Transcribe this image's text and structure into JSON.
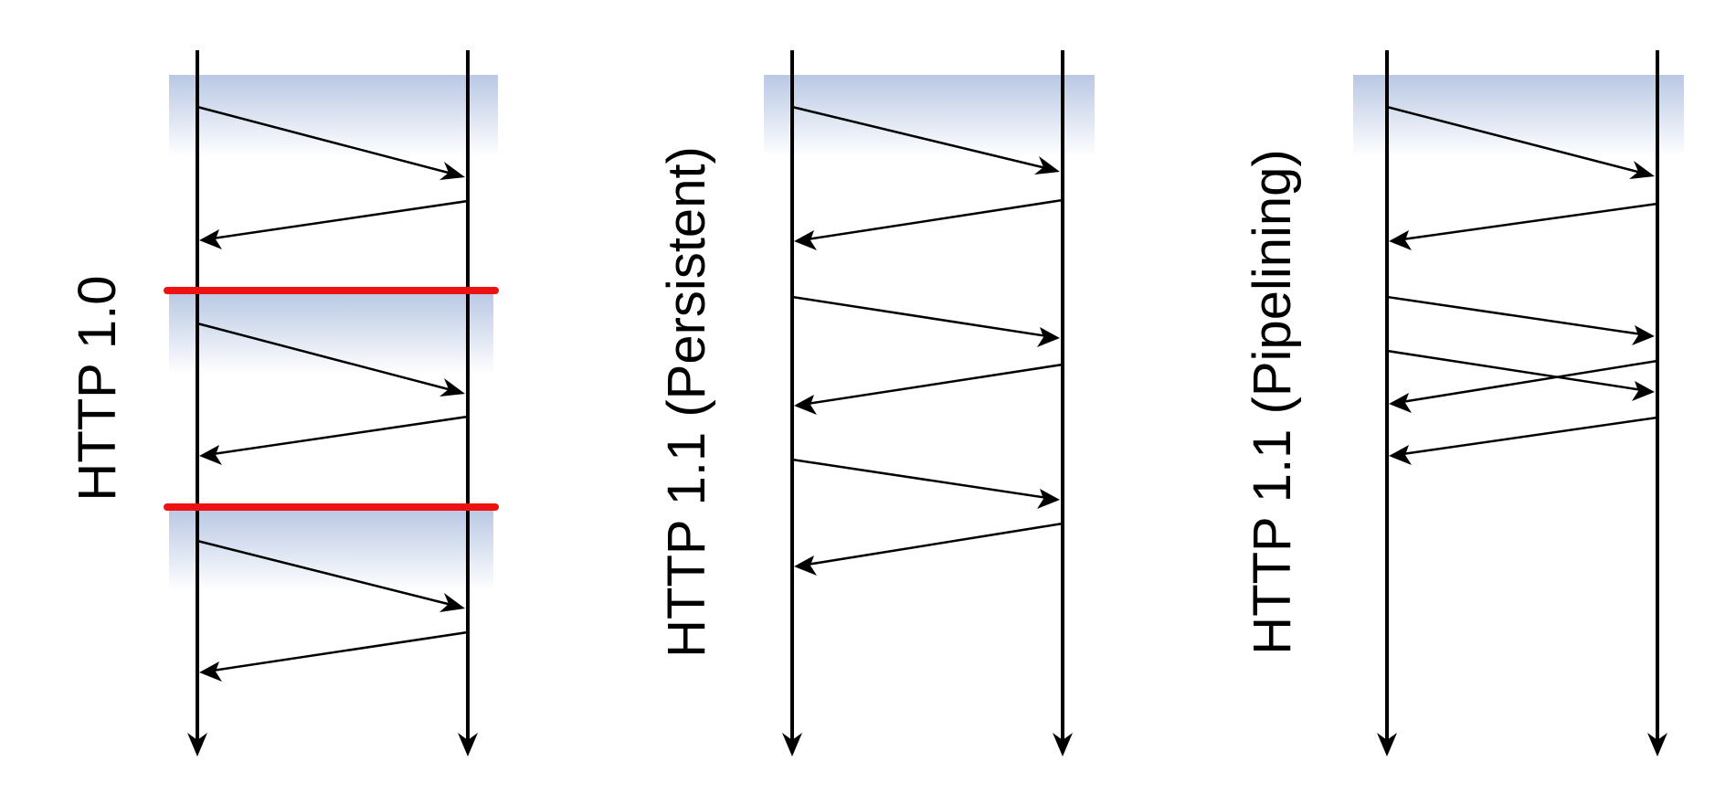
{
  "panels": [
    {
      "title": "HTTP 1.0",
      "connection_markers": 2,
      "messages": [
        "request",
        "response",
        "request",
        "response",
        "request",
        "response"
      ]
    },
    {
      "title": "HTTP 1.1 (Persistent)",
      "connection_markers": 0,
      "messages": [
        "request",
        "response",
        "request",
        "response",
        "request",
        "response"
      ]
    },
    {
      "title": "HTTP 1.1 (Pipelining)",
      "connection_markers": 0,
      "messages": [
        "request",
        "response",
        "request",
        "request",
        "response",
        "response"
      ]
    }
  ],
  "colors": {
    "timeline": "#000000",
    "connection_marker": "#ee1111",
    "shade_top": "#b9c8e4",
    "shade_bottom": "#ffffff"
  }
}
